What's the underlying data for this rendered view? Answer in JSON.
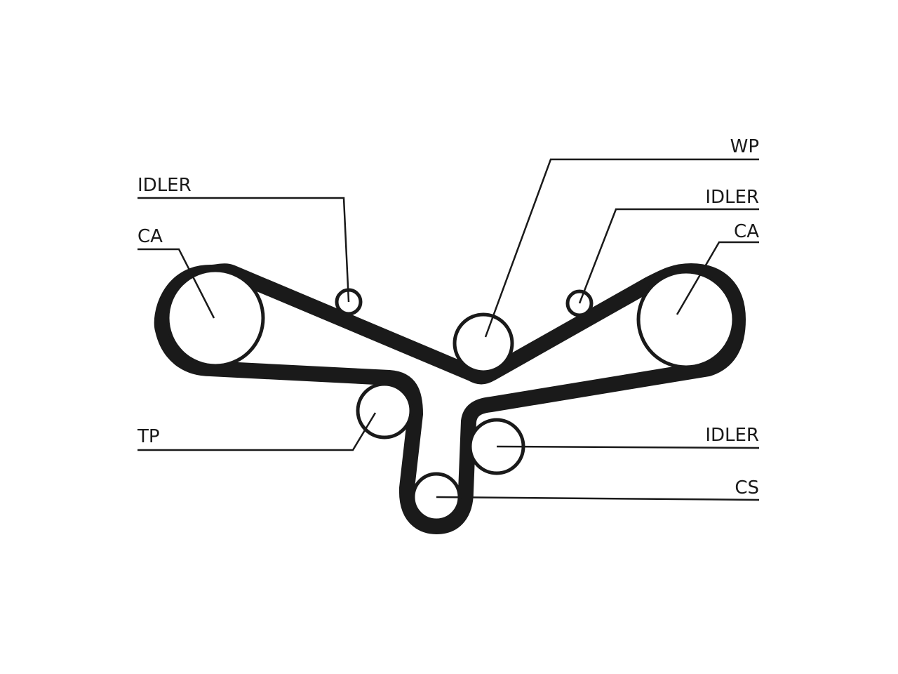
{
  "diagram": {
    "labels": {
      "idler_top_left": "IDLER",
      "ca_left": "CA",
      "tp": "TP",
      "wp": "WP",
      "idler_top_right": "IDLER",
      "ca_right": "CA",
      "idler_right": "IDLER",
      "cs": "CS"
    }
  }
}
